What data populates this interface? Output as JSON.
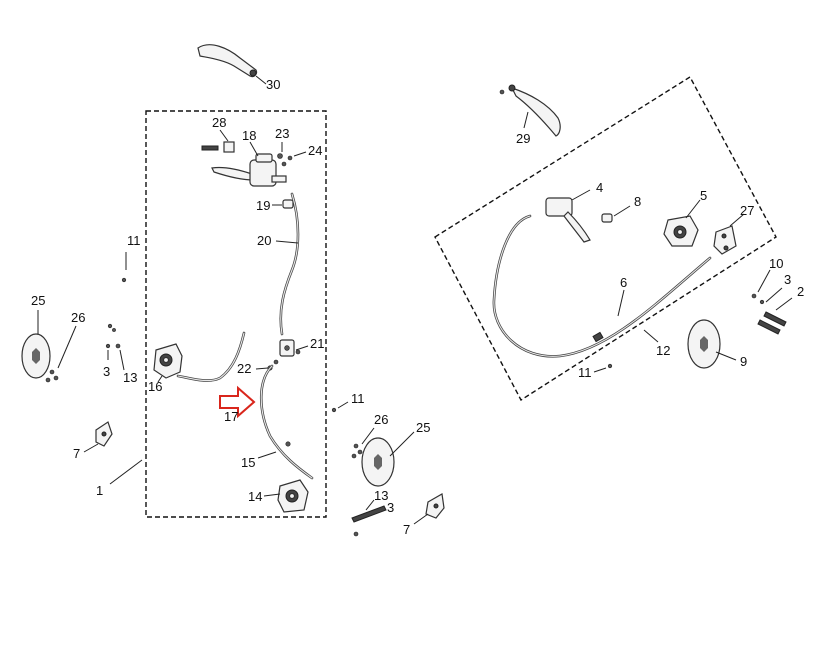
{
  "diagram": {
    "description_labels": [
      "1",
      "2",
      "3",
      "4",
      "5",
      "6",
      "7",
      "8",
      "9",
      "10",
      "11",
      "12",
      "13",
      "14",
      "15",
      "16",
      "17",
      "18",
      "19",
      "20",
      "21",
      "22",
      "23",
      "24",
      "25",
      "26",
      "27",
      "28",
      "29",
      "30"
    ],
    "callouts": {
      "c1": "1",
      "c2": "2",
      "c3a": "3",
      "c3b": "3",
      "c3c": "3",
      "c4": "4",
      "c5": "5",
      "c6": "6",
      "c7a": "7",
      "c7b": "7",
      "c8": "8",
      "c9": "9",
      "c10": "10",
      "c11a": "11",
      "c11b": "11",
      "c11c": "11",
      "c12": "12",
      "c13a": "13",
      "c13b": "13",
      "c14": "14",
      "c15": "15",
      "c16": "16",
      "c17": "17",
      "c18": "18",
      "c19": "19",
      "c20": "20",
      "c21": "21",
      "c22": "22",
      "c23": "23",
      "c24": "24",
      "c25a": "25",
      "c25b": "25",
      "c26a": "26",
      "c26b": "26",
      "c27": "27",
      "c28": "28",
      "c29": "29",
      "c30": "30"
    },
    "highlight_color": "#d9261c"
  }
}
